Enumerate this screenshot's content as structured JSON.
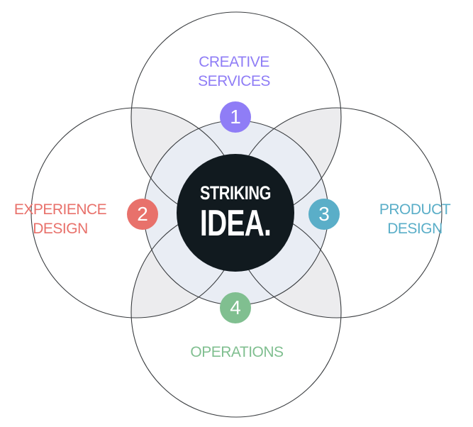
{
  "center": {
    "line1": "STRIKING",
    "line2": "IDEA."
  },
  "areas": [
    {
      "number": "1",
      "line1": "CREATIVE",
      "line2": "SERVICES",
      "color": "#8f7df6"
    },
    {
      "number": "2",
      "line1": "EXPERIENCE",
      "line2": "DESIGN",
      "color": "#e8716b"
    },
    {
      "number": "3",
      "line1": "PRODUCT",
      "line2": "DESIGN",
      "color": "#5aaec8"
    },
    {
      "number": "4",
      "line1": "OPERATIONS",
      "line2": "",
      "color": "#80bf90"
    }
  ]
}
